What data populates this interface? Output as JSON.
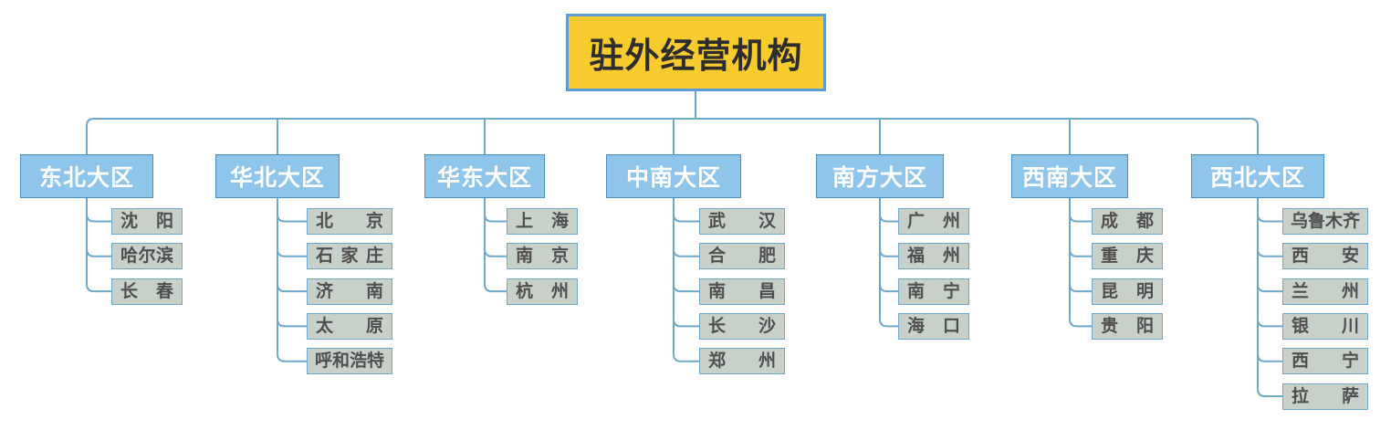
{
  "diagram": {
    "type": "organization-chart",
    "root": {
      "label": "驻外经营机构",
      "fill": "#f8cc2e",
      "border": "#5b9bd5",
      "text_color": "#2d2d2d"
    },
    "style": {
      "region_fill": "#8fc5ea",
      "region_border": "#4a90c4",
      "region_text": "#ffffff",
      "city_fill": "#c8d0ca",
      "city_border": "#6ea8cc",
      "city_text": "#4f4f4f",
      "connector": "#6ea8cc",
      "background": "#ffffff"
    },
    "regions": [
      {
        "label": "东北大区",
        "cities": [
          "沈 阳",
          "哈尔滨",
          "长 春"
        ]
      },
      {
        "label": "华北大区",
        "cities": [
          "北 京",
          "石 家 庄",
          "济 南",
          "太 原",
          "呼和浩特"
        ]
      },
      {
        "label": "华东大区",
        "cities": [
          "上 海",
          "南 京",
          "杭 州"
        ]
      },
      {
        "label": "中南大区",
        "cities": [
          "武 汉",
          "合 肥",
          "南 昌",
          "长 沙",
          "郑 州"
        ]
      },
      {
        "label": "南方大区",
        "cities": [
          "广 州",
          "福 州",
          "南 宁",
          "海 口"
        ]
      },
      {
        "label": "西南大区",
        "cities": [
          "成 都",
          "重 庆",
          "昆 明",
          "贵 阳"
        ]
      },
      {
        "label": "西北大区",
        "cities": [
          "乌鲁木齐",
          "西 安",
          "兰 州",
          "银 川",
          "西 宁",
          "拉 萨"
        ]
      }
    ]
  }
}
